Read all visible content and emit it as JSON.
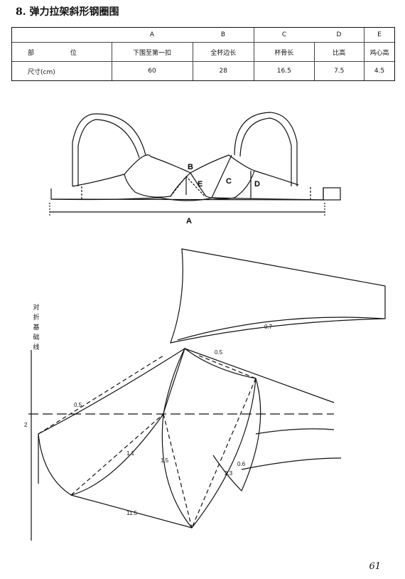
{
  "title": "8. 弹力拉架斜形钢圈围",
  "table": {
    "columns": [
      "A",
      "B",
      "C",
      "D",
      "E"
    ],
    "row_part_label": "部 位",
    "parts": [
      "下围至第一扣",
      "全杯边长",
      "杯骨长",
      "比高",
      "鸡心高"
    ],
    "row_size_label": "尺寸(cm)",
    "sizes": [
      "60",
      "28",
      "16.5",
      "7.5",
      "4.5"
    ]
  },
  "bra_labels": {
    "a": "A",
    "b": "B",
    "c": "C",
    "d": "D",
    "e": "E"
  },
  "pattern": {
    "fold_line_label": "对折基础线",
    "m_0_7": "0.7",
    "m_0_5_top": "0.5",
    "m_0_5_left": "0.5",
    "m_2": "2",
    "m_1_1": "1.1",
    "m_1_5": "1.5",
    "m_0_6": "0.6",
    "m_2_3": "2.3",
    "m_11_5": "11.5"
  },
  "page_number": "61"
}
